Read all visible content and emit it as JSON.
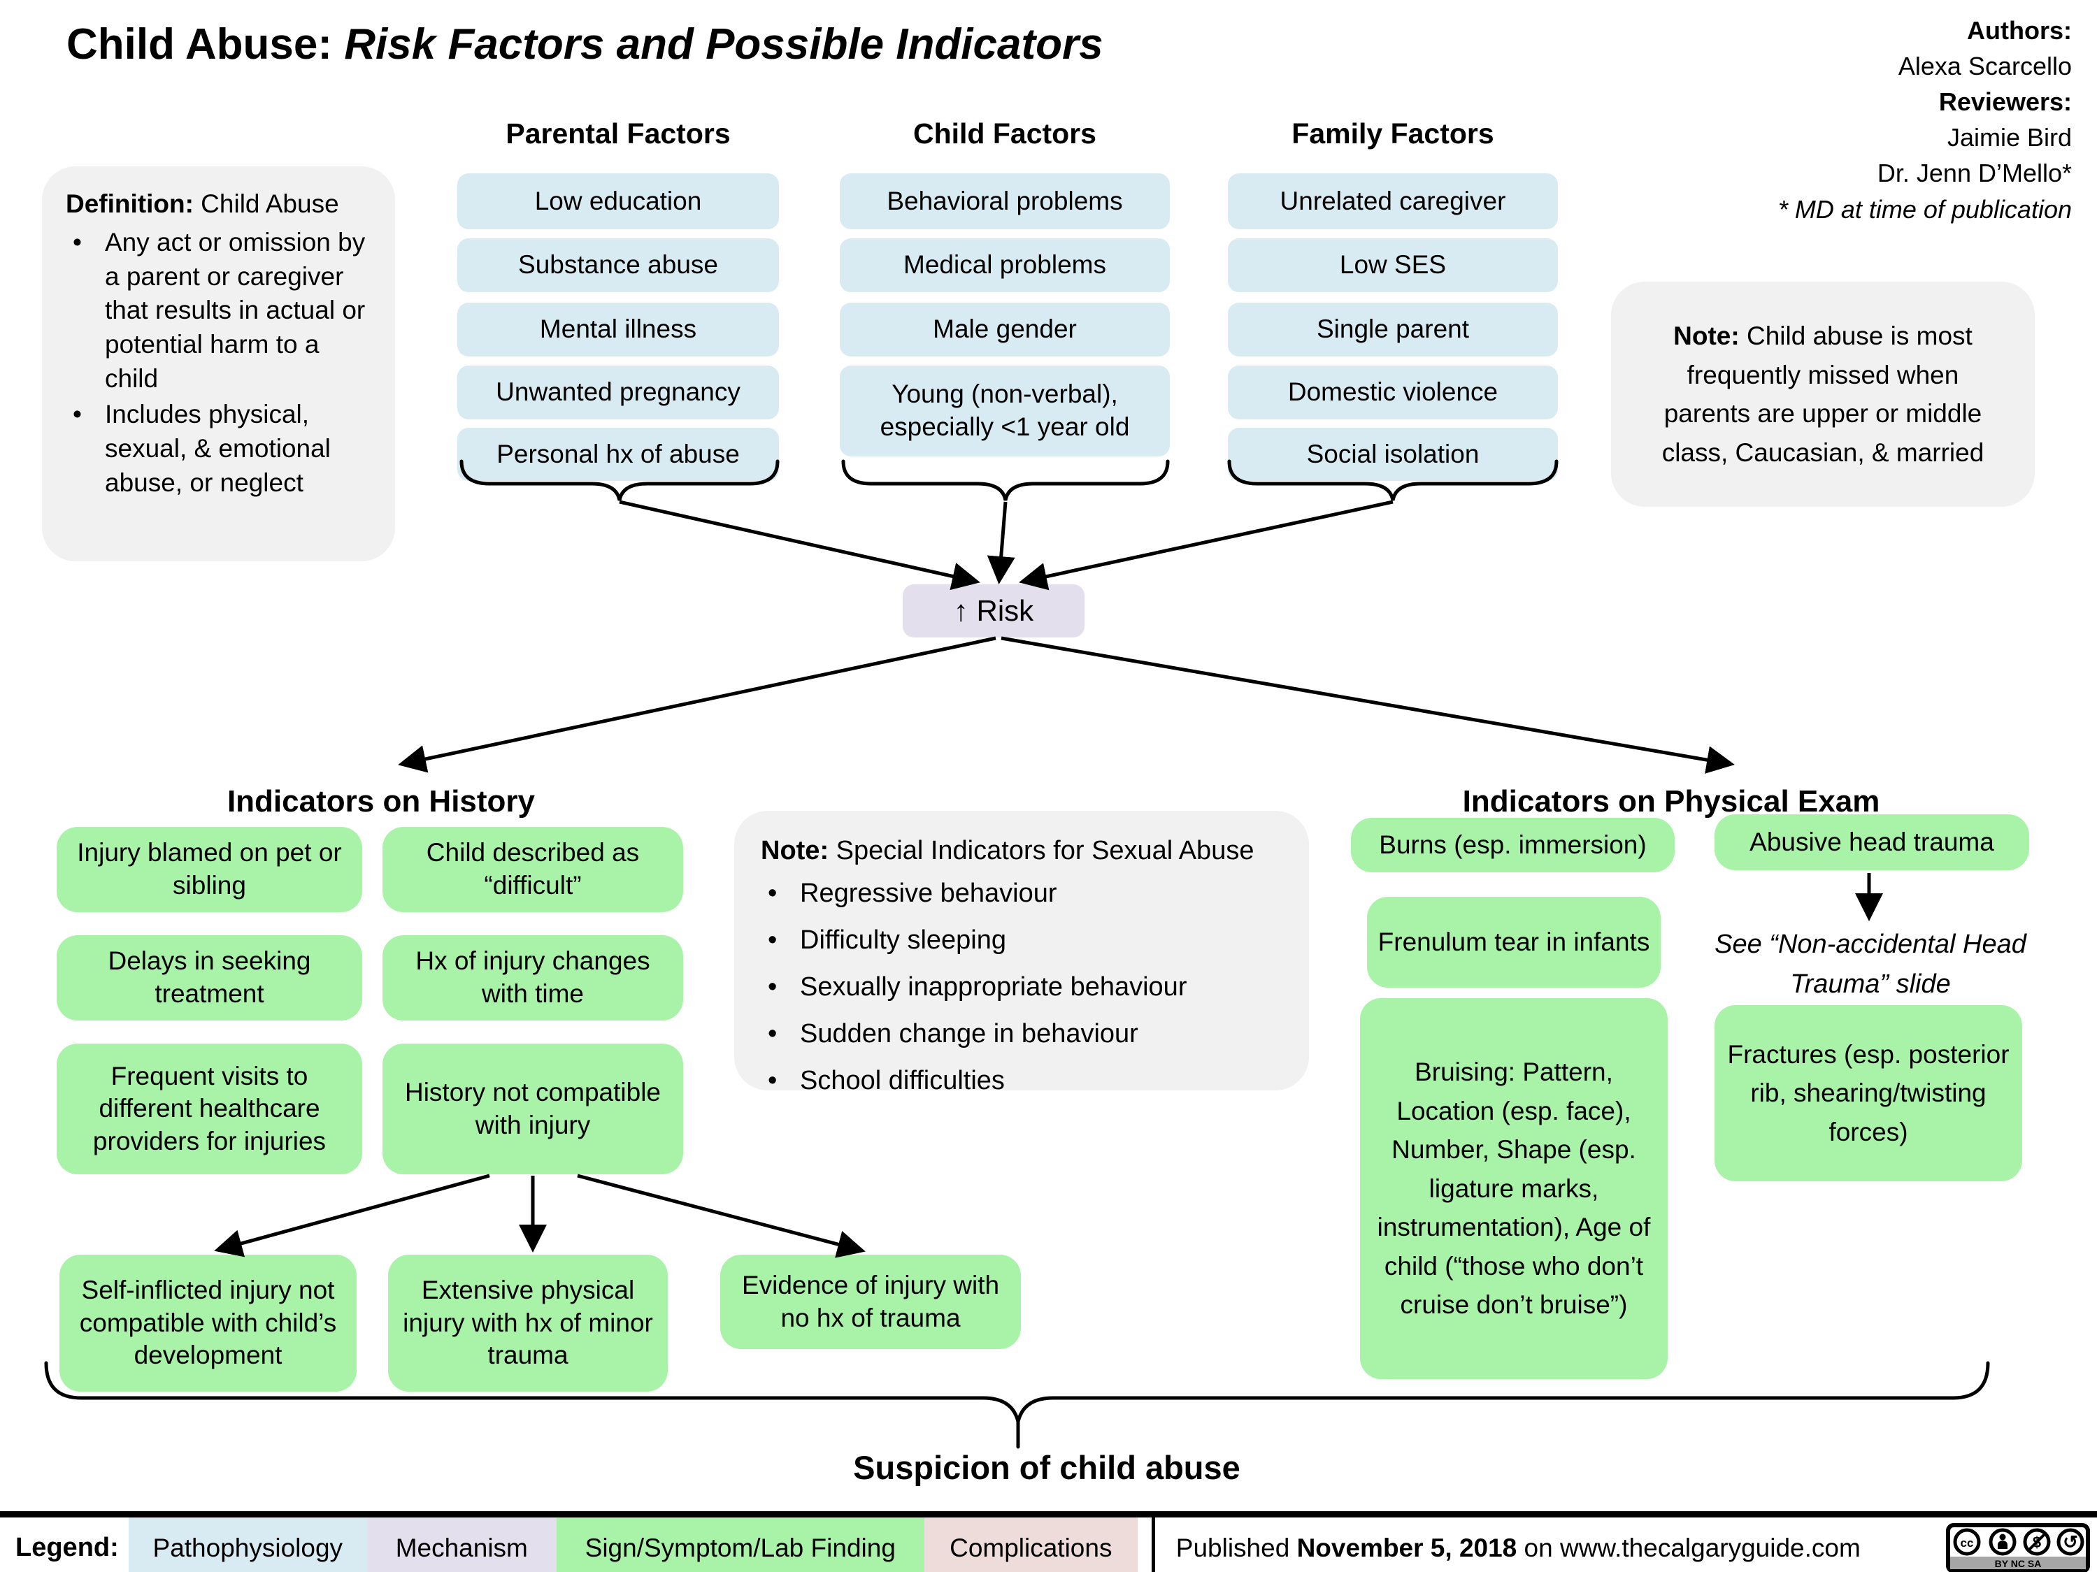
{
  "title": {
    "prefix": "Child Abuse: ",
    "emphasis": "Risk Factors and Possible Indicators"
  },
  "credits": {
    "authors_label": "Authors:",
    "author": "Alexa Scarcello",
    "reviewers_label": "Reviewers:",
    "reviewer1": "Jaimie Bird",
    "reviewer2": "Dr. Jenn D’Mello*",
    "footnote": "* MD at time of publication"
  },
  "definition": {
    "label": "Definition:",
    "term": " Child Abuse",
    "bullets": [
      "Any act or omission by a parent or caregiver that results in actual or potential harm to a child",
      "Includes physical, sexual, & emotional abuse, or neglect"
    ]
  },
  "columns": [
    {
      "header": "Parental Factors",
      "items": [
        "Low education",
        "Substance abuse",
        "Mental illness",
        "Unwanted pregnancy",
        "Personal hx of abuse"
      ]
    },
    {
      "header": "Child Factors",
      "items": [
        "Behavioral problems",
        "Medical problems",
        "Male gender",
        "Young (non-verbal), especially <1 year old"
      ]
    },
    {
      "header": "Family Factors",
      "items": [
        "Unrelated caregiver",
        "Low SES",
        "Single parent",
        "Domestic violence",
        "Social isolation"
      ]
    }
  ],
  "missed_note": {
    "label": "Note:",
    "text": " Child abuse is most frequently missed when parents are upper or middle class, Caucasian, & married"
  },
  "risk_node": {
    "label": "↑ Risk"
  },
  "history": {
    "header": "Indicators on History",
    "boxes": [
      "Injury blamed on pet or sibling",
      "Child described as “difficult”",
      "Delays in seeking treatment",
      "Hx of injury changes with time",
      "Frequent visits to different healthcare providers for injuries",
      "History not compatible with injury"
    ],
    "branches": [
      "Self-inflicted injury not compatible with child’s development",
      "Extensive physical injury with hx of minor trauma",
      "Evidence of injury with no hx of trauma"
    ]
  },
  "sexual_note": {
    "label": "Note:",
    "title": " Special Indicators for Sexual Abuse",
    "bullets": [
      "Regressive behaviour",
      "Difficulty sleeping",
      "Sexually inappropriate behaviour",
      "Sudden change in behaviour",
      "School difficulties"
    ]
  },
  "physical": {
    "header": "Indicators on Physical Exam",
    "burns": "Burns (esp. immersion)",
    "frenulum": "Frenulum tear in infants",
    "bruising": "Bruising: Pattern, Location (esp. face), Number, Shape (esp. ligature marks, instrumentation), Age of child (“those who don’t cruise don’t bruise”)",
    "abusive_head": "Abusive head trauma",
    "see_slide": "See “Non-accidental Head Trauma” slide",
    "fractures": "Fractures (esp. posterior rib, shearing/twisting forces)"
  },
  "suspicion": "Suspicion of child abuse",
  "legend": {
    "label": "Legend:",
    "items": [
      {
        "label": "Pathophysiology",
        "color": "#d8ebf3"
      },
      {
        "label": "Mechanism",
        "color": "#e4dfed"
      },
      {
        "label": "Sign/Symptom/Lab Finding",
        "color": "#a8f3a8"
      },
      {
        "label": "Complications",
        "color": "#eedcdb"
      }
    ]
  },
  "footer": {
    "published_prefix": "Published ",
    "published_date": "November 5, 2018",
    "published_suffix": " on www.thecalgaryguide.com",
    "cc_logo": "cc",
    "cc_caption": "BY  NC  SA"
  },
  "colors": {
    "factor_box": "#d8ebf3",
    "indicator_box": "#a8f3a8",
    "risk_box": "#e4dfed",
    "note_box": "#f1f1f2"
  }
}
